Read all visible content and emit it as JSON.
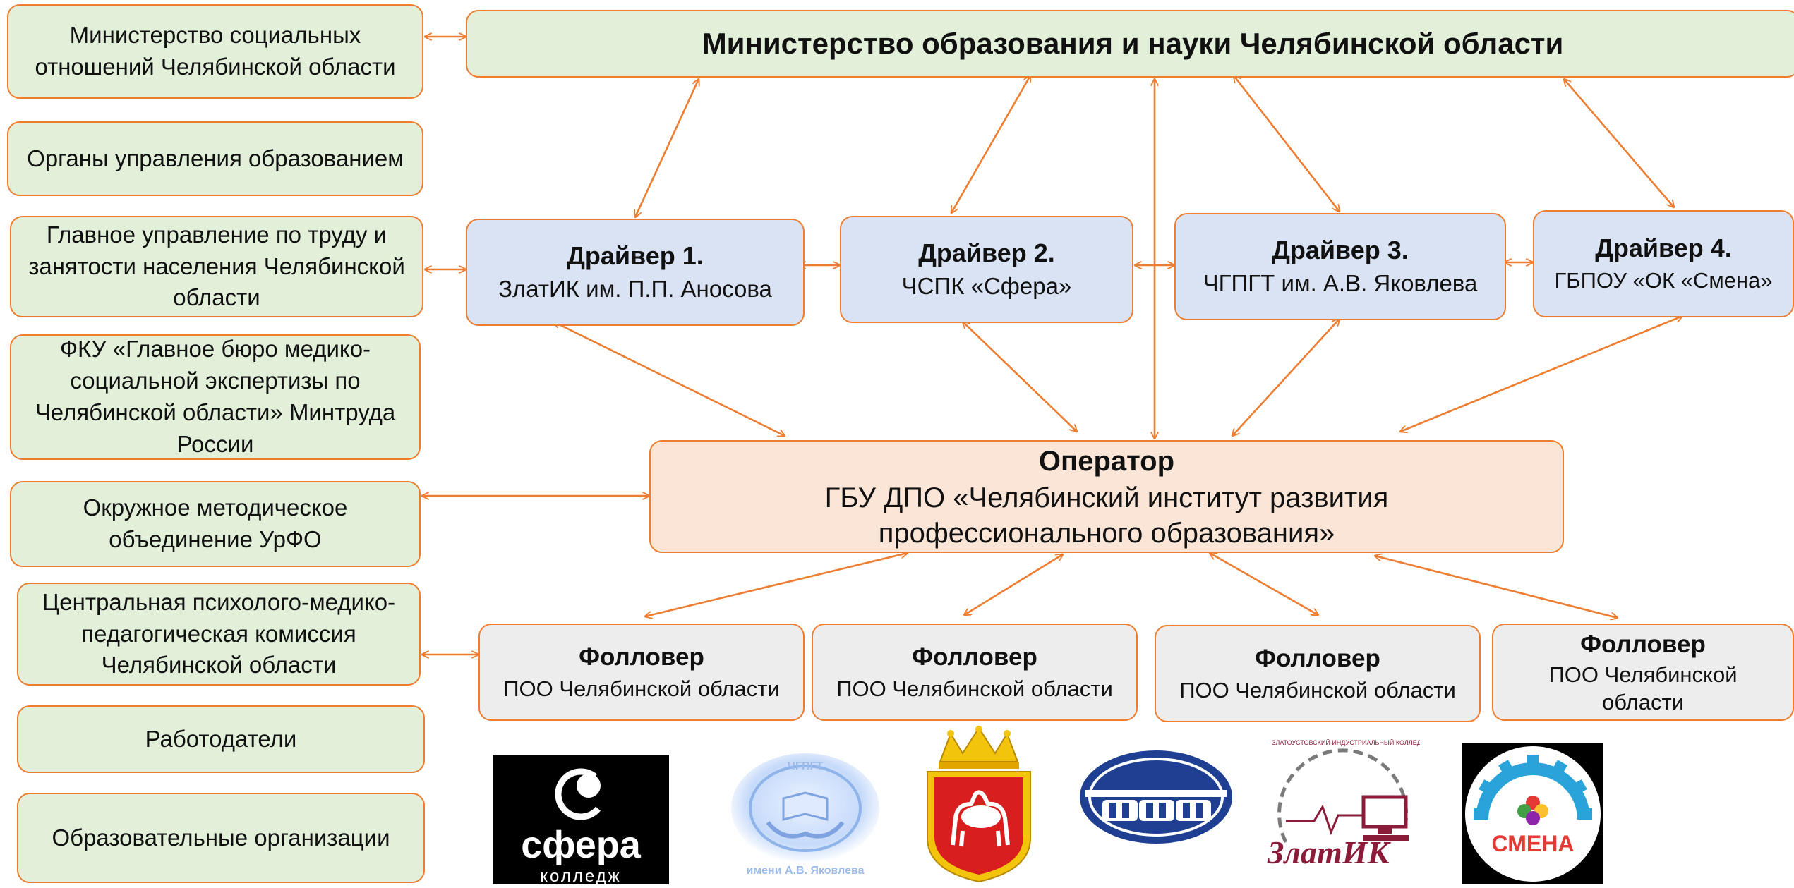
{
  "ministry": {
    "title": "Министерство образования и науки Челябинской области"
  },
  "partners": [
    {
      "text": "Министерство социальных отношений Челябинской области"
    },
    {
      "text": "Органы управления образованием"
    },
    {
      "text": "Главное управление по труду и занятости населения Челябинской области"
    },
    {
      "text": "ФКУ «Главное бюро медико-социальной экспертизы по Челябинской области» Минтруда России"
    },
    {
      "text": "Окружное методическое объединение УрФО"
    },
    {
      "text": "Центральная психолого-медико-педагогическая комиссия Челябинской области"
    },
    {
      "text": "Работодатели"
    },
    {
      "text": "Образовательные организации"
    }
  ],
  "drivers": [
    {
      "title": "Драйвер 1.",
      "org": "ЗлатИК им. П.П. Аносова"
    },
    {
      "title": "Драйвер 2.",
      "org": "ЧСПК «Сфера»"
    },
    {
      "title": "Драйвер 3.",
      "org": "ЧГПГТ им. А.В. Яковлева"
    },
    {
      "title": "Драйвер 4.",
      "org": "ГБПОУ «ОК «Смена»"
    }
  ],
  "operator": {
    "title": "Оператор",
    "org": "ГБУ ДПО «Челябинский институт развития профессионального образования»"
  },
  "followers": [
    {
      "title": "Фолловер",
      "org": "ПОО Челябинской области"
    },
    {
      "title": "Фолловер",
      "org": "ПОО Челябинской области"
    },
    {
      "title": "Фолловер",
      "org": "ПОО Челябинской области"
    },
    {
      "title": "Фолловер",
      "org": "ПОО Челябинской области"
    }
  ],
  "logos": [
    {
      "name": "sfera-logo",
      "text": "сфера",
      "subtext": "колледж"
    },
    {
      "name": "chgpgt-logo",
      "text": "ЧГПГТ",
      "subtext": "имени А.В. Яковлева"
    },
    {
      "name": "chelyabinsk-coat-of-arms-logo"
    },
    {
      "name": "ok-smena-emblem-logo"
    },
    {
      "name": "zlatik-logo",
      "text": "ЗлатИК",
      "subtext": "ЗЛАТОУСТОВСКИЙ ИНДУСТРИАЛЬНЫЙ КОЛЛЕДЖ им. П.П. АНОСОВА"
    },
    {
      "name": "smena-logo",
      "text": "СМЕНА"
    }
  ],
  "colors": {
    "border": "#ED7D31",
    "arrow": "#ED7D31",
    "green": "#E2EFD9",
    "blue": "#DAE3F3",
    "peach": "#FBE5D6",
    "grey": "#EDEDED"
  }
}
